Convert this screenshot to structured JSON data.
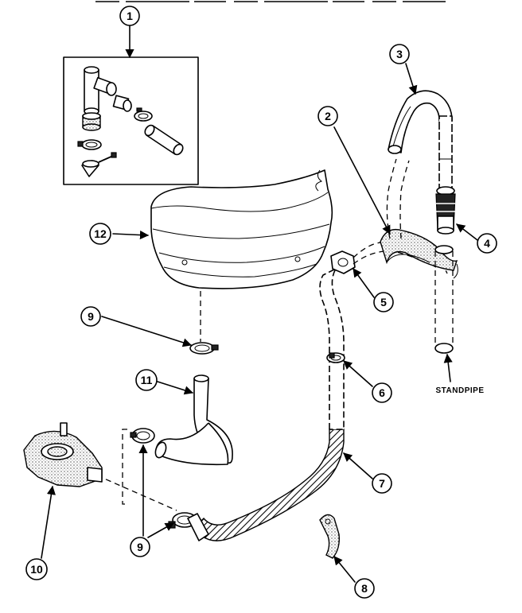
{
  "diagram": {
    "callouts": [
      {
        "id": "callout-1",
        "label": "1"
      },
      {
        "id": "callout-2",
        "label": "2"
      },
      {
        "id": "callout-3",
        "label": "3"
      },
      {
        "id": "callout-4",
        "label": "4"
      },
      {
        "id": "callout-5",
        "label": "5"
      },
      {
        "id": "callout-6",
        "label": "6"
      },
      {
        "id": "callout-7",
        "label": "7"
      },
      {
        "id": "callout-8",
        "label": "8"
      },
      {
        "id": "callout-9a",
        "label": "9"
      },
      {
        "id": "callout-9b",
        "label": "9"
      },
      {
        "id": "callout-10",
        "label": "10"
      },
      {
        "id": "callout-11",
        "label": "11"
      },
      {
        "id": "callout-12",
        "label": "12"
      }
    ],
    "standpipe_label": "STANDPIPE"
  }
}
